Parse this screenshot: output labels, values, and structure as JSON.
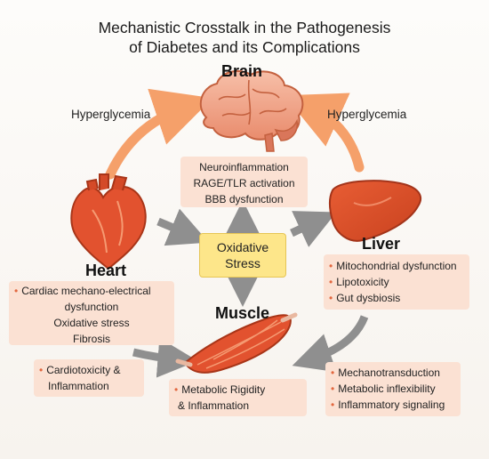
{
  "title_line1": "Mechanistic Crosstalk in the Pathogenesis",
  "title_line2": "of Diabetes and its Complications",
  "organs": {
    "brain": {
      "label": "Brain",
      "icon": "brain-icon"
    },
    "heart": {
      "label": "Heart",
      "icon": "heart-icon"
    },
    "liver": {
      "label": "Liver",
      "icon": "liver-icon"
    },
    "muscle": {
      "label": "Muscle",
      "icon": "muscle-icon"
    }
  },
  "arrow_labels": {
    "left": "Hyperglycemia",
    "right": "Hyperglycemia"
  },
  "center": {
    "line1": "Oxidative",
    "line2": "Stress"
  },
  "brain_box": [
    "Neuroinflammation",
    "RAGE/TLR activation",
    "BBB dysfunction"
  ],
  "heart_box": [
    "Cardiac mechano-electrical",
    "dysfunction",
    "Oxidative stress",
    "Fibrosis"
  ],
  "liver_box": [
    "Mitochondrial dysfunction",
    "Lipotoxicity",
    "Gut dysbiosis"
  ],
  "cardio_box": [
    "Cardiotoxicity &",
    "Inflammation"
  ],
  "muscle_box": [
    "Metabolic Rigidity",
    "& Inflammation"
  ],
  "liver_muscle_box": [
    "Mechanotransduction",
    "Metabolic inflexibility",
    "Inflammatory signaling"
  ],
  "colors": {
    "orange_arrow": "#f5a06a",
    "gray_arrow": "#8f8f8f",
    "box_fill": "#fbe1d3",
    "center_fill": "#fde68a",
    "organ_red": "#e2522f"
  }
}
